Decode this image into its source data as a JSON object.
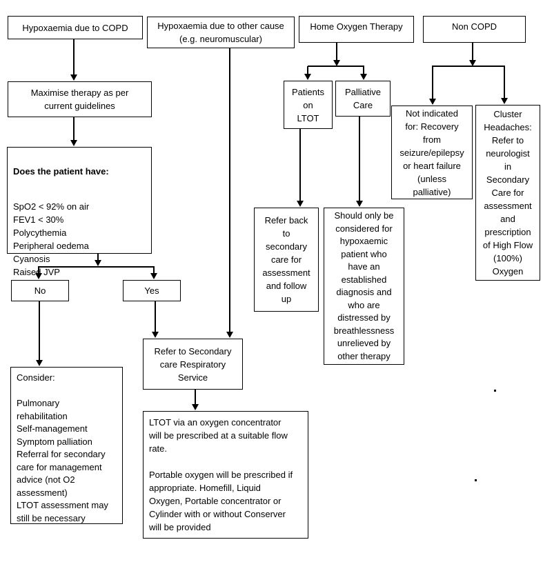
{
  "diagram": {
    "type": "flowchart",
    "topic": "Home Oxygen Therapy pathway",
    "colors": {
      "line": "#000000",
      "border": "#000000",
      "background": "#ffffff",
      "text": "#000000"
    }
  },
  "nodes": {
    "copd": {
      "label": "Hypoxaemia due to COPD"
    },
    "other_cause": {
      "label": "Hypoxaemia due to other cause\n(e.g. neuromuscular)"
    },
    "home_oxygen": {
      "label": "Home Oxygen Therapy"
    },
    "non_copd": {
      "label": "Non COPD"
    },
    "maximise": {
      "label": "Maximise therapy as per\ncurrent guidelines"
    },
    "assessment": {
      "title": "Does the patient have:",
      "criteria": "SpO2 < 92% on air\nFEV1 < 30%\nPolycythemia\nPeripheral oedema\nCyanosis\nRaised JVP"
    },
    "no": {
      "label": "No"
    },
    "yes": {
      "label": "Yes"
    },
    "refer_secondary": {
      "label": "Refer to Secondary\ncare Respiratory\nService"
    },
    "consider": {
      "label": "Consider:\n\nPulmonary\nrehabilitation\nSelf-management\nSymptom palliation\nReferral for secondary\ncare for management\nadvice (not O2\nassessment)\nLTOT assessment may\nstill be necessary"
    },
    "ltot_prescription": {
      "label": "LTOT via an oxygen concentrator\nwill be prescribed at a suitable flow\nrate.\n\nPortable oxygen will be prescribed if\nappropriate. Homefill, Liquid\nOxygen, Portable concentrator or\nCylinder with or without Conserver\nwill be provided"
    },
    "patients_ltot": {
      "label": "Patients\non\nLTOT"
    },
    "palliative_care": {
      "label": "Palliative\nCare"
    },
    "refer_back": {
      "label": "Refer back\nto\nsecondary\ncare for\nassessment\nand follow\nup"
    },
    "should_only": {
      "label": "Should only be\nconsidered for\nhypoxaemic\npatient who\nhave an\nestablished\ndiagnosis and\nwho are\ndistressed by\nbreathlessness\nunrelieved by\nother therapy"
    },
    "not_indicated": {
      "label": "Not indicated\nfor: Recovery\nfrom\nseizure/epilepsy\nor heart failure\n(unless\npalliative)"
    },
    "cluster": {
      "label": "Cluster\nHeadaches:\nRefer to\nneurologist\nin\nSecondary\nCare for\nassessment\nand\nprescription\nof High Flow\n(100%)\nOxygen"
    }
  },
  "edges": [
    {
      "from": "copd",
      "to": "maximise"
    },
    {
      "from": "maximise",
      "to": "assessment"
    },
    {
      "from": "assessment",
      "to": "no"
    },
    {
      "from": "assessment",
      "to": "yes"
    },
    {
      "from": "no",
      "to": "consider"
    },
    {
      "from": "yes",
      "to": "refer_secondary"
    },
    {
      "from": "other_cause",
      "to": "refer_secondary"
    },
    {
      "from": "refer_secondary",
      "to": "ltot_prescription"
    },
    {
      "from": "home_oxygen",
      "to": "patients_ltot"
    },
    {
      "from": "home_oxygen",
      "to": "palliative_care"
    },
    {
      "from": "patients_ltot",
      "to": "refer_back"
    },
    {
      "from": "palliative_care",
      "to": "should_only"
    },
    {
      "from": "non_copd",
      "to": "not_indicated"
    },
    {
      "from": "non_copd",
      "to": "cluster"
    }
  ]
}
